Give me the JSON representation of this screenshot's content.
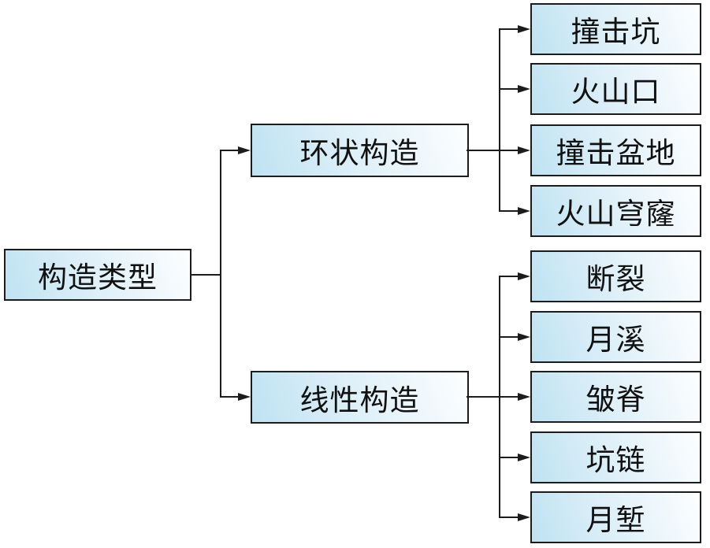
{
  "diagram": {
    "title": "月球构造类型分类图",
    "root": {
      "label": "构造类型"
    },
    "branches": [
      {
        "label": "环状构造",
        "children": [
          "撞击坑",
          "火山口",
          "撞击盆地",
          "火山穹窿"
        ]
      },
      {
        "label": "线性构造",
        "children": [
          "断裂",
          "月溪",
          "皱脊",
          "坑链",
          "月堑"
        ]
      }
    ],
    "colors": {
      "box_fill_start": "#bfe2f2",
      "box_fill_end": "#fdfeff",
      "box_border": "#1c1c1c",
      "connector_line": "#1c1c1c",
      "text": "#111111",
      "background": "#ffffff"
    }
  }
}
